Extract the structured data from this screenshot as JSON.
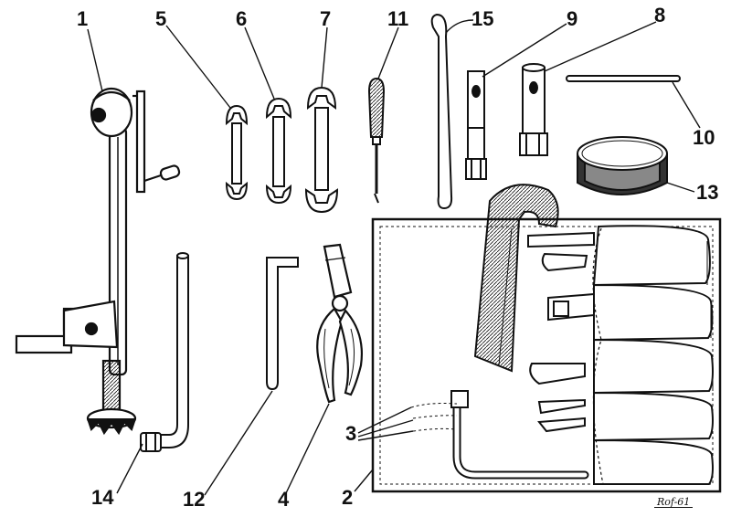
{
  "callouts": {
    "n1": "1",
    "n2": "2",
    "n3": "3",
    "n4": "4",
    "n5": "5",
    "n6": "6",
    "n7": "7",
    "n8": "8",
    "n9": "9",
    "n10": "10",
    "n11": "11",
    "n12": "12",
    "n13": "13",
    "n14": "14",
    "n15": "15"
  },
  "signature": "Rof-61",
  "colors": {
    "ink": "#111111",
    "paper": "#ffffff",
    "shade": "#555555"
  },
  "icons": {
    "jack": "car-jack-with-crank",
    "spanners": "open-end-wrench",
    "screwdriver": "screwdriver",
    "tyre_lever": "tire-lever",
    "box_spanner": "tube-socket-wrench",
    "tommy_bar": "tommy-bar",
    "grease_tin": "grease-tin",
    "hex_key": "l-shaped-hex-key",
    "socket_wrench": "l-shaped-socket-wrench",
    "pliers": "pliers",
    "tool_roll": "canvas-tool-roll"
  }
}
